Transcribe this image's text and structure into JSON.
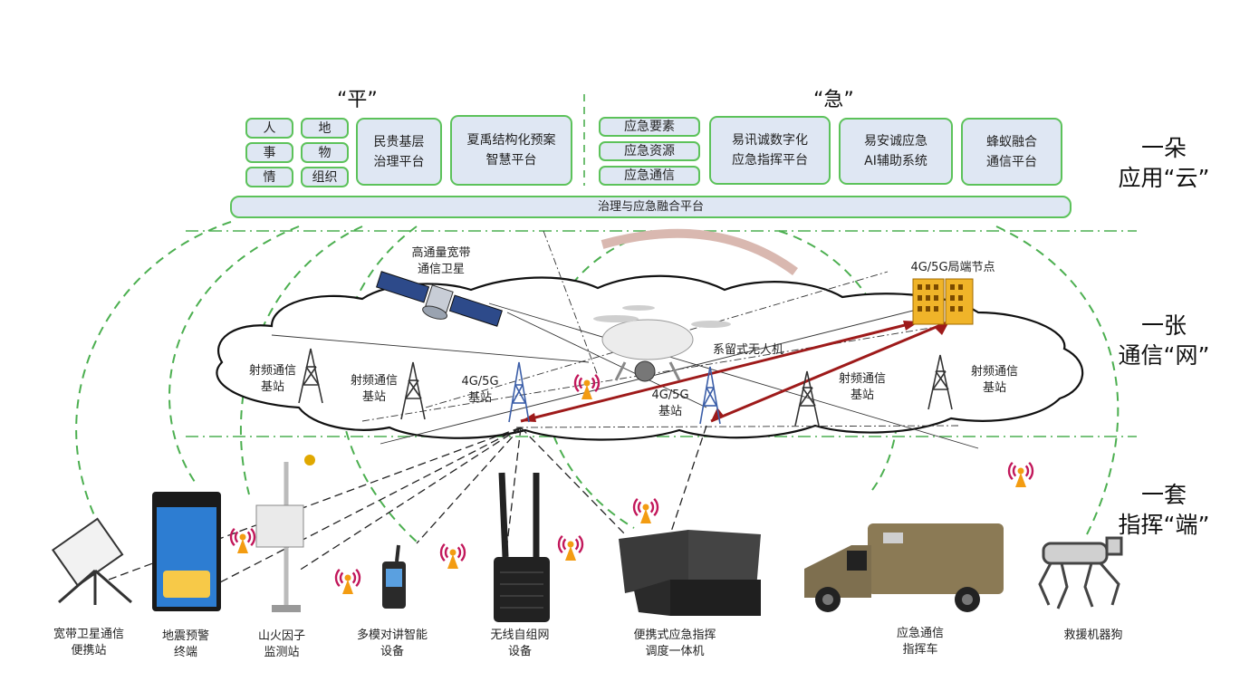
{
  "headers": {
    "ping": "“平”",
    "ji": "“急”"
  },
  "ping_elements": [
    "人",
    "地",
    "事",
    "物",
    "情",
    "组织"
  ],
  "ping_platforms": [
    "民贵基层\n治理平台",
    "夏禹结构化预案\n智慧平台"
  ],
  "ji_elements": [
    "应急要素",
    "应急资源",
    "应急通信"
  ],
  "ji_platforms": [
    "易讯诚数字化\n应急指挥平台",
    "易安诚应急\nAI辅助系统",
    "蜂蚁融合\n通信平台"
  ],
  "fusion_platform": "治理与应急融合平台",
  "tiers": {
    "cloud": "一朵\n应用“云”",
    "network": "一张\n通信“网”",
    "terminal": "一套\n指挥“端”"
  },
  "network": {
    "satellite": "高通量宽带\n通信卫星",
    "local_node": "4G/5G局端节点",
    "drone": "系留式无人机",
    "rf_station": "射频通信\n基站",
    "bs_4g5g": "4G/5G\n基站"
  },
  "devices": [
    "宽带卫星通信\n便携站",
    "地震预警\n终端",
    "山火因子\n监测站",
    "多模对讲智能\n设备",
    "无线自组网\n设备",
    "便携式应急指挥\n调度一体机",
    "应急通信\n指挥车",
    "救援机器狗"
  ],
  "colors": {
    "box_border": "#5cc25a",
    "box_fill": "#dfe7f3",
    "dashed_green": "#4caf50",
    "link_red": "#9e1a1a",
    "signal_orange": "#f39c12",
    "signal_wave": "#c2185b"
  }
}
